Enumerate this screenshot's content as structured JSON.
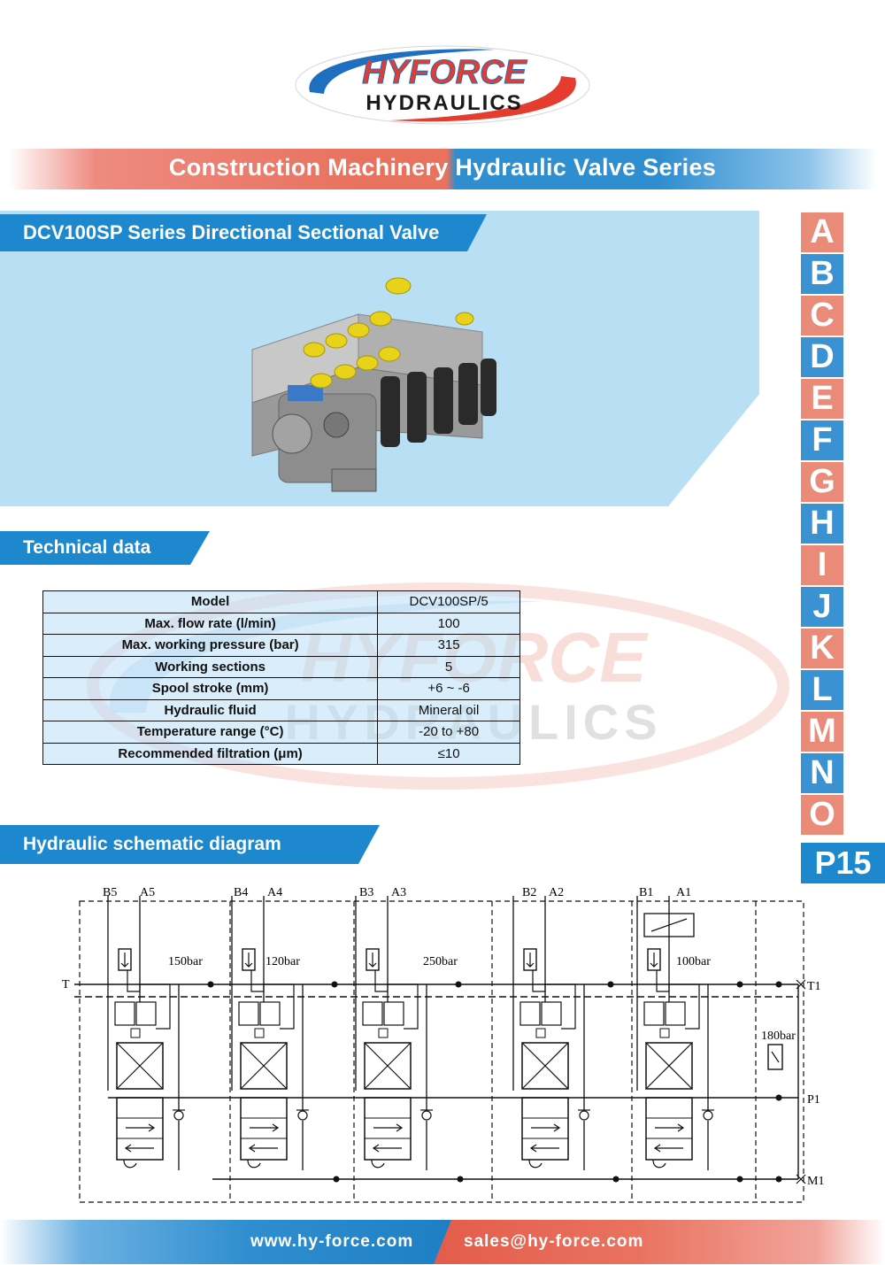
{
  "logo": {
    "line1": "HYFORCE",
    "line2": "HYDRAULICS"
  },
  "series_title": "Construction Machinery Hydraulic Valve Series",
  "product_title": "DCV100SP Series Directional Sectional Valve",
  "sections": {
    "technical": "Technical data",
    "schematic": "Hydraulic schematic diagram"
  },
  "table": {
    "rows": [
      {
        "label": "Model",
        "value": "DCV100SP/5"
      },
      {
        "label": "Max. flow rate (l/min)",
        "value": "100"
      },
      {
        "label": "Max. working pressure (bar)",
        "value": "315"
      },
      {
        "label": "Working sections",
        "value": "5"
      },
      {
        "label": "Spool stroke (mm)",
        "value": "+6 ~ -6"
      },
      {
        "label": "Hydraulic fluid",
        "value": "Mineral oil"
      },
      {
        "label": "Temperature range (°C)",
        "value": "-20 to +80"
      },
      {
        "label": "Recommended filtration (μm)",
        "value": "≤10"
      }
    ]
  },
  "index": {
    "letters": [
      "A",
      "B",
      "C",
      "D",
      "E",
      "F",
      "G",
      "H",
      "I",
      "J",
      "K",
      "L",
      "M",
      "N",
      "O"
    ],
    "page": "P15",
    "colors": {
      "red": "#ea8a78",
      "blue": "#3a92d2"
    }
  },
  "schematic": {
    "ports": [
      "B5",
      "A5",
      "B4",
      "A4",
      "B3",
      "A3",
      "B2",
      "A2",
      "B1",
      "A1"
    ],
    "pressures": [
      "150bar",
      "120bar",
      "250bar",
      "100bar",
      "180bar"
    ],
    "side_ports": {
      "tank_in": "T",
      "tank_out": "T1",
      "pump": "P1",
      "gauge": "M1"
    }
  },
  "footer": {
    "website": "www.hy-force.com",
    "email": "sales@hy-force.com"
  },
  "colors": {
    "brand_blue": "#1e88cf",
    "brand_red": "#e43d30",
    "panel": "#b9dff5"
  }
}
